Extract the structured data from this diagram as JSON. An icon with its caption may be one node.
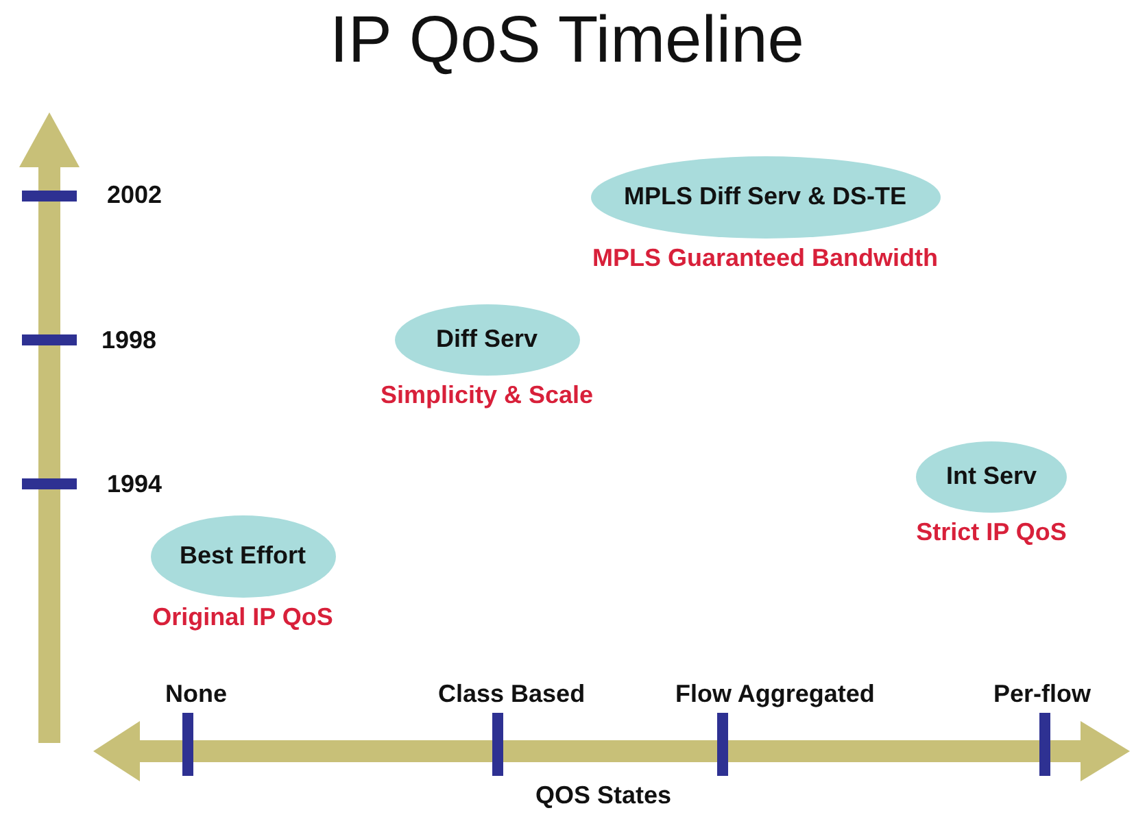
{
  "diagram": {
    "title": "IP QoS Timeline",
    "nodes": [
      {
        "text": [
          "MPLS Diff Serv & DS-TE"
        ],
        "beside": [
          "MPLS Guaranteed Bandwidth"
        ]
      },
      {
        "text": [
          "Diff Serv"
        ],
        "beside": [
          "Simplicity & Scale"
        ]
      },
      {
        "text": [
          "Int Serv"
        ],
        "beside": [
          "Strict IP QoS"
        ]
      },
      {
        "text": [
          "Best Effort"
        ],
        "beside": [
          "Original IP QoS"
        ]
      }
    ],
    "labels": [
      "2002",
      "1998",
      "1994",
      "None",
      "Class Based",
      "Flow Aggregated",
      "Per-flow",
      "QOS States"
    ]
  }
}
